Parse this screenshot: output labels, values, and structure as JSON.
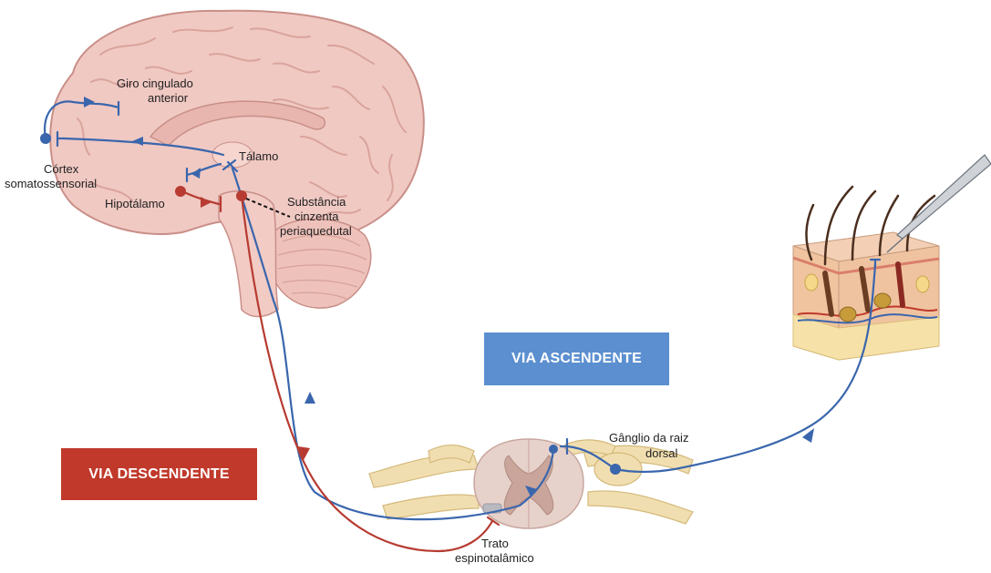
{
  "colors": {
    "ascending": "#3a66ad",
    "descending": "#b73b31",
    "ascending_box": "#5b8fd0",
    "descending_box": "#c0392b",
    "brain": "#f0c9c3",
    "brain_outline": "#c98f88",
    "spinal_nerve": "#f1deb0",
    "spinal_cord": "#e7d2cb"
  },
  "icons": [
    "brain-illustration",
    "spinal-cord-cross-section",
    "skin-cross-section-icon",
    "needle-icon"
  ],
  "boxes": {
    "ascending": "VIA ASCENDENTE",
    "descending": "VIA DESCENDENTE"
  },
  "labels": {
    "cingulate_line1": "Giro cingulado",
    "cingulate_line2": "anterior",
    "cortex_line1": "Córtex",
    "cortex_line2": "somatossensorial",
    "thalamus": "Tálamo",
    "hypothalamus": "Hipotálamo",
    "pag_line1": "Substância",
    "pag_line2": "cinzenta",
    "pag_line3": "periaquedutal",
    "ganglion_line1": "Gânglio da raiz",
    "ganglion_line2": "dorsal",
    "tract_line1": "Trato",
    "tract_line2": "espinotalâmico"
  }
}
